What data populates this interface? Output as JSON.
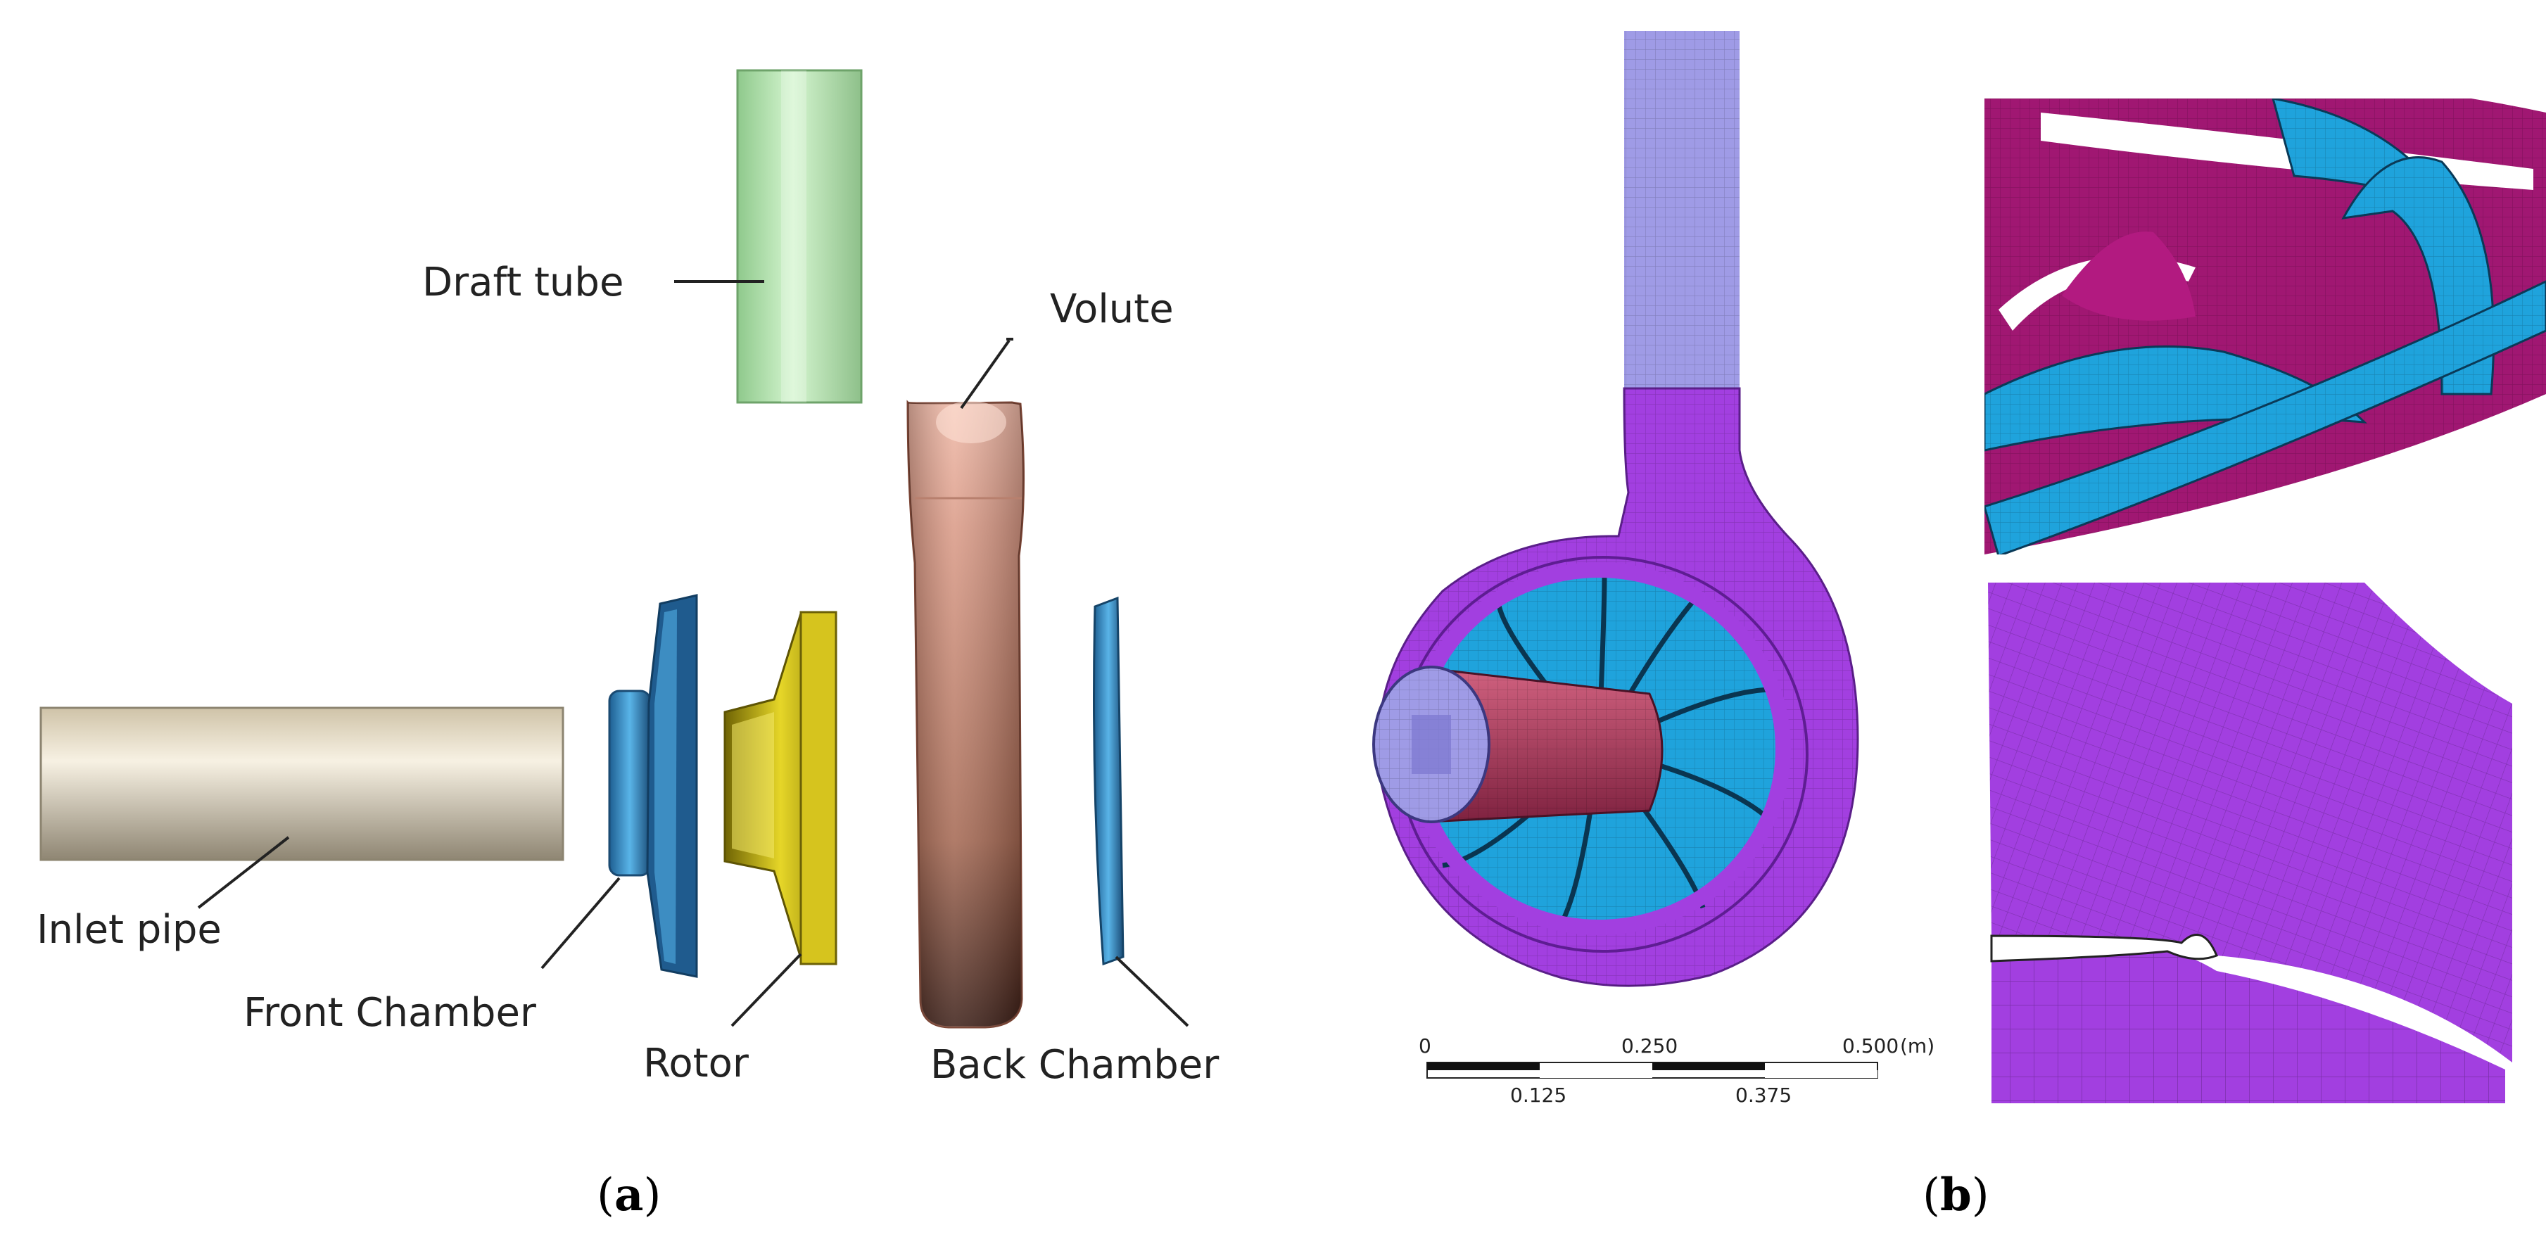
{
  "panel_a": {
    "labels": {
      "draft_tube": "Draft tube",
      "volute": "Volute",
      "inlet_pipe": "Inlet pipe",
      "front_chamber": "Front Chamber",
      "rotor": "Rotor",
      "back_chamber": "Back Chamber"
    },
    "caption": {
      "open": "(",
      "letter": "a",
      "close": ")"
    }
  },
  "panel_b": {
    "scale_bar": {
      "top_ticks": [
        "0",
        "0.250",
        "0.500"
      ],
      "unit": "(m)",
      "bottom_ticks": [
        "0.125",
        "0.375"
      ]
    },
    "caption": {
      "open": "(",
      "letter": "b",
      "close": ")"
    }
  },
  "colors": {
    "draft_tube": "#b9e8b4",
    "inlet_pipe": "#e6dcc6",
    "front_chamber": "#2f86c0",
    "rotor": "#c9b611",
    "volute": "#c98572",
    "back_chamber": "#2f7ab0",
    "mesh_purple": "#a23fe0",
    "mesh_blue": "#1fa3dc",
    "mesh_magenta": "#a01772",
    "mesh_lavender": "#9f9be6",
    "mesh_pipe": "#b04064"
  }
}
